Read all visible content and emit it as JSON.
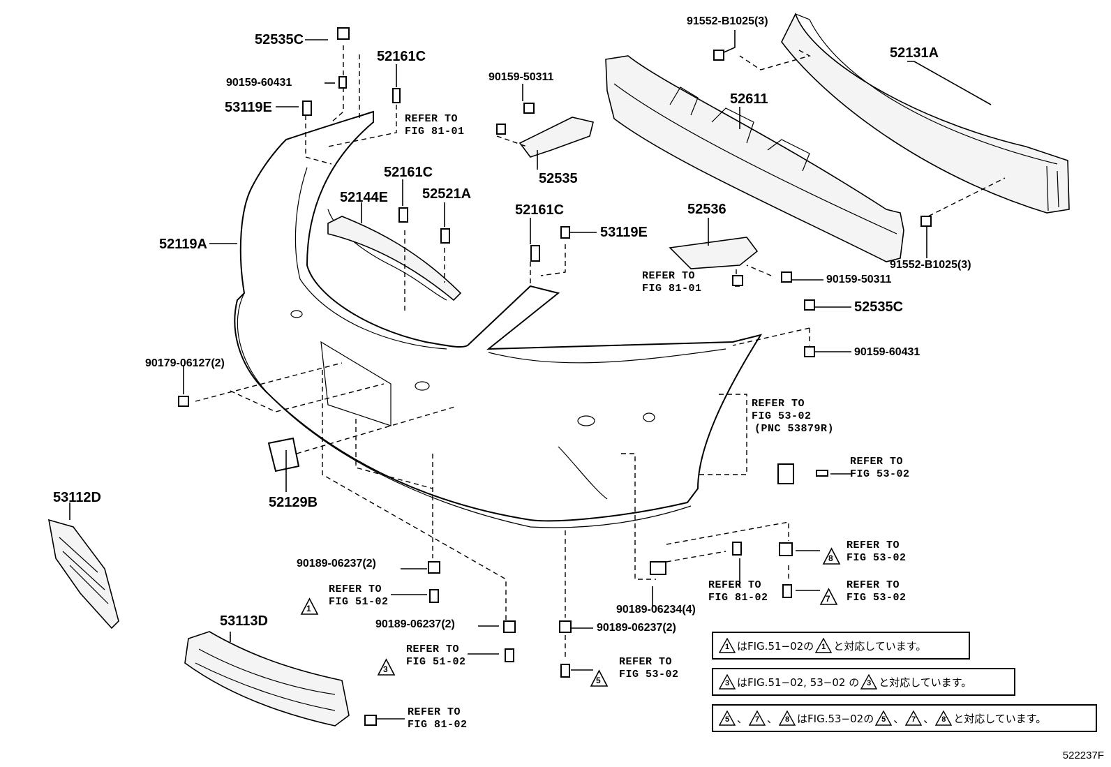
{
  "diagram_code": "522237F",
  "parts": {
    "p52535C_top": "52535C",
    "p90159_60431_top": "90159-60431",
    "p53119E_top": "53119E",
    "p52161C_a": "52161C",
    "p90159_50311_top": "90159-50311",
    "p52535": "52535",
    "p91552_top": "91552-B1025(3)",
    "p52131A": "52131A",
    "p52611": "52611",
    "p52161C_b": "52161C",
    "p52144E": "52144E",
    "p52521A": "52521A",
    "p52119A": "52119A",
    "p52161C_c": "52161C",
    "p53119E_mid": "53119E",
    "p52536": "52536",
    "p91552_bot": "91552-B1025(3)",
    "p90159_50311_mid": "90159-50311",
    "p52535C_mid": "52535C",
    "p90159_60431_mid": "90159-60431",
    "p90179": "90179-06127(2)",
    "p52129B": "52129B",
    "p53112D": "53112D",
    "p90189_left": "90189-06237(2)",
    "p90189_center": "90189-06237(2)",
    "p90189_right": "90189-06237(2)",
    "p90189_06234": "90189-06234(4)",
    "p53113D": "53113D"
  },
  "refs": {
    "r81_01_a": [
      "REFER TO",
      "FIG 81-01"
    ],
    "r81_01_b": [
      "REFER TO",
      "FIG 81-01"
    ],
    "r53_02_pnc": [
      "REFER TO",
      "FIG 53-02",
      "(PNC 53879R)"
    ],
    "r53_02_a": [
      "REFER TO",
      "FIG 53-02"
    ],
    "r53_02_8": [
      "REFER TO",
      "FIG 53-02"
    ],
    "r53_02_7": [
      "REFER TO",
      "FIG 53-02"
    ],
    "r81_02_a": [
      "REFER TO",
      "FIG 81-02"
    ],
    "r51_02_1": [
      "REFER TO",
      "FIG 51-02"
    ],
    "r51_02_3": [
      "REFER TO",
      "FIG 51-02"
    ],
    "r53_02_5": [
      "REFER TO",
      "FIG 53-02"
    ],
    "r81_02_b": [
      "REFER TO",
      "FIG 81-02"
    ]
  },
  "markers": {
    "m1": "1",
    "m3": "3",
    "m5": "5",
    "m7": "7",
    "m8": "8"
  },
  "notes": {
    "n1": {
      "mark": "1",
      "t1": "はFIG.51−02の",
      "mark2": "1",
      "t2": "と対応しています。"
    },
    "n3": {
      "mark": "3",
      "t1": "はFIG.51−02, 53−02 の",
      "mark2": "3",
      "t2": "と対応しています。"
    },
    "n578": {
      "a": "5",
      "sep1": "、",
      "b": "7",
      "sep2": "、",
      "c": "8",
      "t1": "はFIG.53−02の",
      "a2": "5",
      "sep3": "、",
      "b2": "7",
      "sep4": "、",
      "c2": "8",
      "t2": "と対応しています。"
    }
  }
}
